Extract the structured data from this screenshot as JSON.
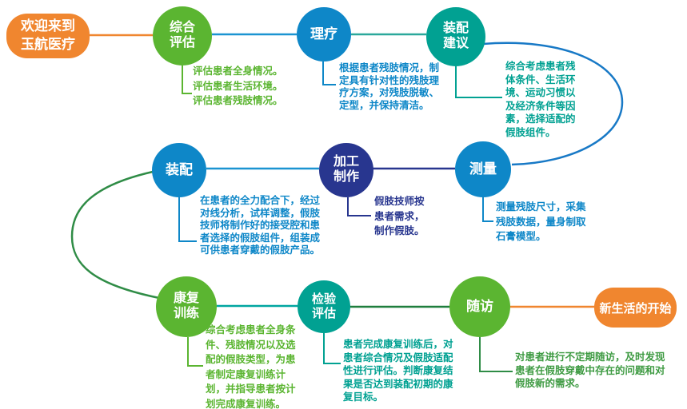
{
  "palette": {
    "orange": "#F0862F",
    "green": "#5BB531",
    "blue": "#0E87C8",
    "teal": "#01A192",
    "navy": "#28368F",
    "line_light_blue": "#1B94D1",
    "line_teal": "#2BA89B",
    "arc_blue": "#1879C6",
    "arc_green": "#2F8C46",
    "line_teal_bottom": "#00A6A0",
    "line_dark_green": "#1F7E3D"
  },
  "start": {
    "label": "欢迎来到\n玉航医疗"
  },
  "end": {
    "label": "新生活的开始"
  },
  "nodes": [
    {
      "id": "comprehensive-assessment",
      "label": "综合\n评估",
      "desc": "评估患者全身情况。\n评估患者生活环境。\n评估患者残肢情况。"
    },
    {
      "id": "physiotherapy",
      "label": "理疗",
      "desc": "根据患者残肢情况，制\n定具有针对性的残肢理\n疗方案，对残肢脱敏、\n定型，并保持清洁。"
    },
    {
      "id": "fitting-advice",
      "label": "装配\n建议",
      "desc": "综合考虑患者残\n体条件、生活环\n境、运动习惯以\n及经济条件等因\n素，选择适配的\n假肢组件。"
    },
    {
      "id": "measurement",
      "label": "测量",
      "desc": "测量残肢尺寸，采集\n残肢数据，量身制取\n石膏模型。"
    },
    {
      "id": "fabrication",
      "label": "加工\n制作",
      "desc": "假肢技师按\n患者需求，\n制作假肢。"
    },
    {
      "id": "assembly",
      "label": "装配",
      "desc": "在患者的全力配合下，经过\n对线分析，试样调整，假肢\n技师将制作好的接受腔和患\n者选择的假肢组件，组装成\n可供患者穿戴的假肢产品。"
    },
    {
      "id": "rehab-training",
      "label": "康复\n训练",
      "desc": "综合考虑患者全身条\n件、残肢情况以及选\n配的假肢类型，为患\n者制定康复训练计\n划，并指导患者按计\n划完成康复训练。"
    },
    {
      "id": "inspection-evaluation",
      "label": "检验\n评估",
      "desc": "患者完成康复训练后，对\n患者综合情况及假肢适配\n性进行评估。判断康复结\n果是否达到装配初期的康\n复目标。"
    },
    {
      "id": "follow-up",
      "label": "随访",
      "desc": "对患者进行不定期随访，及时发现\n患者在假肢穿戴中存在的问题和对\n假肢新的需求。"
    }
  ]
}
